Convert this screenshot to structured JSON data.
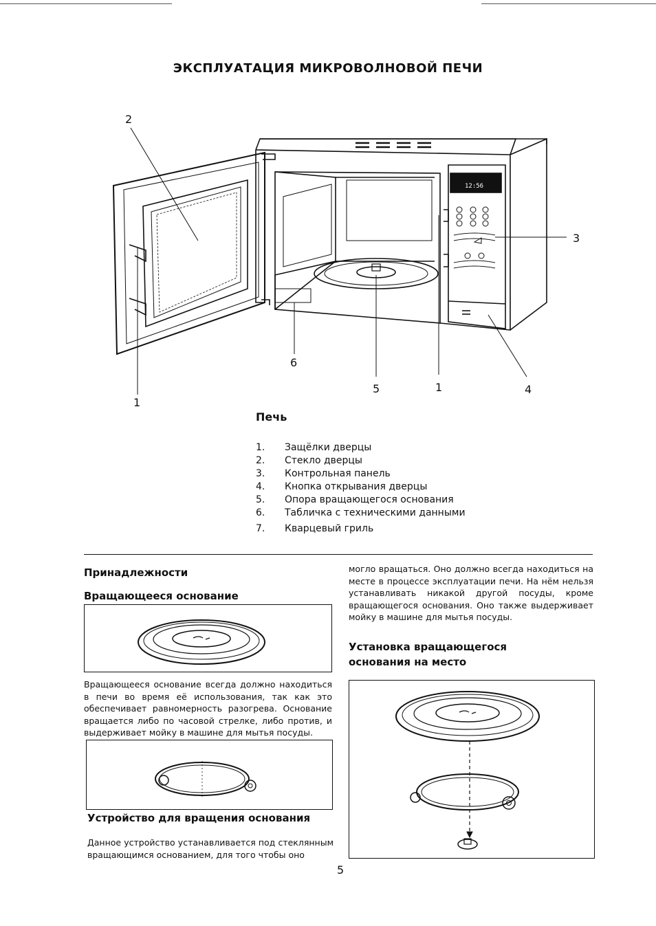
{
  "page": {
    "title": "ЭКСПЛУАТАЦИЯ МИКРОВОЛНОВОЙ ПЕЧИ",
    "page_number": "5"
  },
  "diagram": {
    "callouts": [
      "2",
      "3",
      "6",
      "5",
      "1",
      "4",
      "1"
    ],
    "display_time": "12:56"
  },
  "oven": {
    "heading": "Печь",
    "parts": [
      {
        "num": "1.",
        "label": "Защёлки дверцы"
      },
      {
        "num": "2.",
        "label": "Стекло дверцы"
      },
      {
        "num": "3.",
        "label": "Контрольная панель"
      },
      {
        "num": "4.",
        "label": "Кнопка открывания дверцы"
      },
      {
        "num": "5.",
        "label": "Опора вращающегося основания"
      },
      {
        "num": "6.",
        "label": "Табличка с техническими данными"
      },
      {
        "num": "7.",
        "label": "Кварцевый гриль"
      }
    ]
  },
  "accessories": {
    "heading": "Принадлежности",
    "turntable_heading": "Вращающееся основание",
    "turntable_text": "Вращающееся основание всегда должно находиться в печи во время её использования, так как это обеспечивает равномерность разогрева. Основание вращается либо по часовой стрелке, либо против, и выдерживает мойку в машине для мытья посуды.",
    "roller_heading": "Устройство для вращения основания",
    "roller_text": "Данное устройство устанавливается под стеклянным вращающимся основанием, для того чтобы оно",
    "roller_text_cont": "могло вращаться. Оно должно всегда находиться на месте в процессе эксплуатации печи. На нём нельзя устанавливать никакой другой посуды, кроме вращающегося основания. Оно также выдерживает мойку в машине для мытья посуды.",
    "install_heading": "Установка вращающегося основания на место"
  }
}
